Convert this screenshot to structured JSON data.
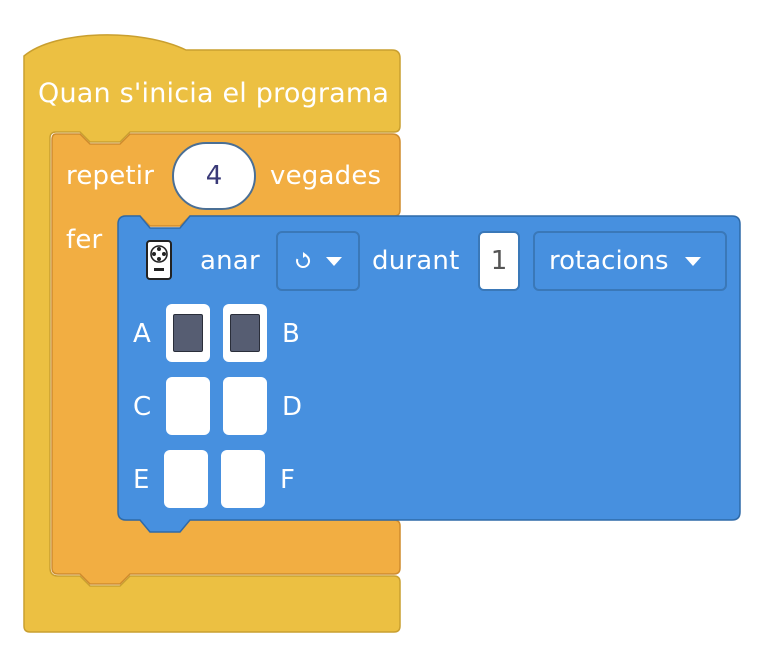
{
  "event_block": {
    "label": "Quan s'inicia el programa",
    "color": "#ecc042"
  },
  "repeat_block": {
    "label_before": "repetir",
    "count": "4",
    "label_after": "vegades",
    "body_label": "fer",
    "color": "#f2ae42"
  },
  "move_block": {
    "icon": "motor-icon",
    "label": "anar",
    "direction_icon": "clockwise-arrow-icon",
    "during_label": "durant",
    "amount": "1",
    "unit": "rotacions",
    "color": "#4790df",
    "ports": {
      "a": {
        "label": "A",
        "selected": true
      },
      "b": {
        "label": "B",
        "selected": true
      },
      "c": {
        "label": "C",
        "selected": false
      },
      "d": {
        "label": "D",
        "selected": false
      },
      "e": {
        "label": "E",
        "selected": false
      },
      "f": {
        "label": "F",
        "selected": false
      }
    }
  }
}
